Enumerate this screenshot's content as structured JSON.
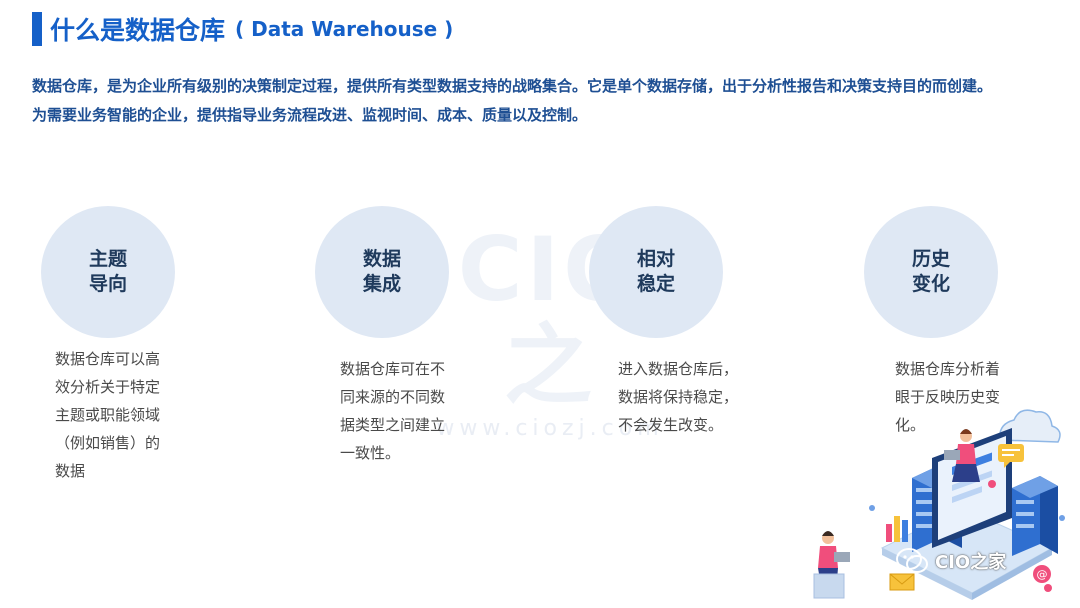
{
  "header": {
    "title": "什么是数据仓库",
    "subtitle": "( Data Warehouse )"
  },
  "intro": {
    "line1": "数据仓库，是为企业所有级别的决策制定过程，提供所有类型数据支持的战略集合。它是单个数据存储，出于分析性报告和决策支持目的而创建。",
    "line2": "为需要业务智能的企业，提供指导业务流程改进、监视时间、成本、质量以及控制。"
  },
  "watermark": {
    "main": "CIO之",
    "url": "www.ciozj.com"
  },
  "features": [
    {
      "title_line1": "主题",
      "title_line2": "导向",
      "desc_lines": [
        "数据仓库可以高",
        "效分析关于特定",
        "主题或职能领域",
        "（例如销售）的",
        "数据"
      ]
    },
    {
      "title_line1": "数据",
      "title_line2": "集成",
      "desc_lines": [
        "数据仓库可在不",
        "同来源的不同数",
        "据类型之间建立",
        "一致性。"
      ]
    },
    {
      "title_line1": "相对",
      "title_line2": "稳定",
      "desc_lines": [
        "进入数据仓库后，",
        "数据将保持稳定，",
        "不会发生改变。"
      ]
    },
    {
      "title_line1": "历史",
      "title_line2": "变化",
      "desc_lines": [
        "数据仓库分析着",
        "眼于反映历史变",
        "化。"
      ]
    }
  ],
  "brand": {
    "label": "CIO之家",
    "icon": "wechat-icon"
  },
  "colors": {
    "accent": "#1560c8",
    "intro_text": "#1e4f93",
    "circle_fill": "#dfe8f4"
  }
}
